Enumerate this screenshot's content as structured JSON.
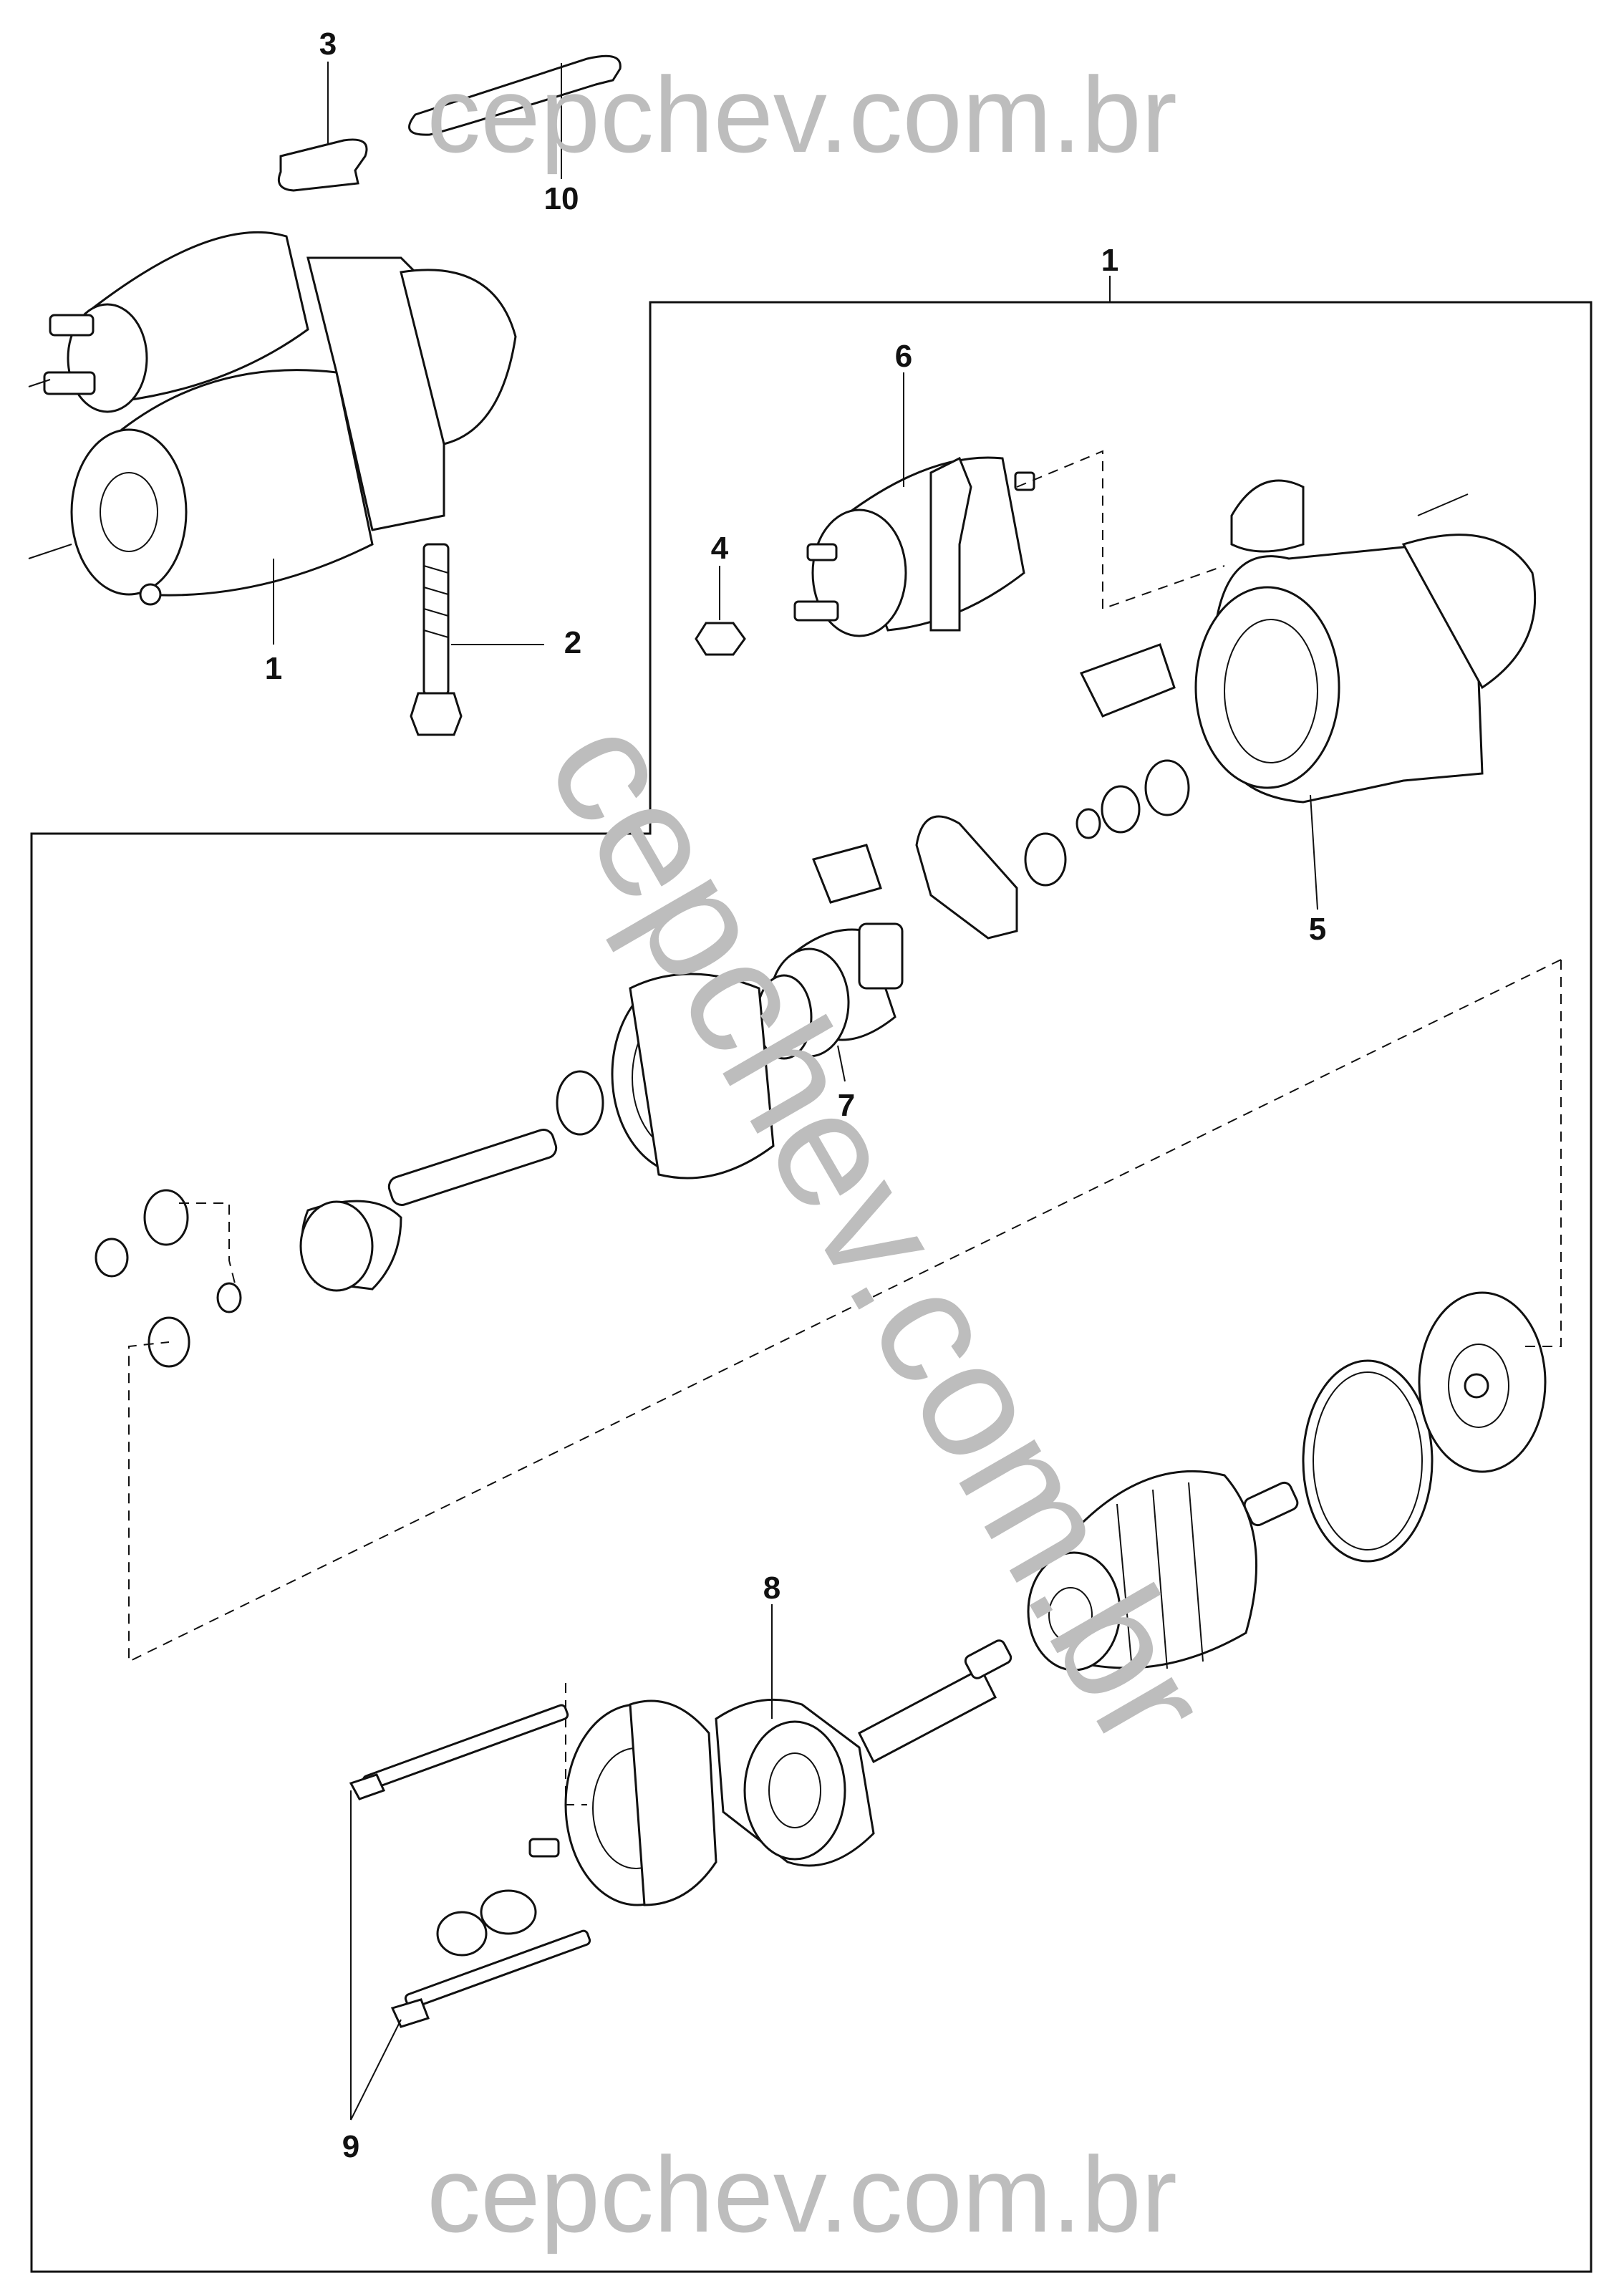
{
  "watermarks": {
    "top": "cepchev.com.br",
    "diagonal": "cepchev.com.br",
    "bottom": "cepchev.com.br"
  },
  "callouts": {
    "c1_top": "1",
    "c1_left": "1",
    "c2": "2",
    "c3": "3",
    "c4": "4",
    "c5": "5",
    "c6": "6",
    "c7": "7",
    "c8": "8",
    "c9": "9",
    "c10": "10"
  },
  "colors": {
    "line": "#111111",
    "watermark": "#bdbdbd",
    "background": "#ffffff"
  }
}
